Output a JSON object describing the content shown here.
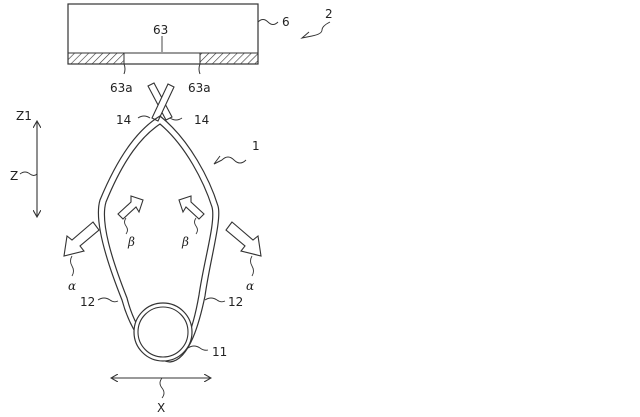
{
  "labels": {
    "fig_ref": "2",
    "plate_ref": "6",
    "plate_center": "63",
    "notch_left": "63a",
    "notch_right": "63a",
    "tip_left": "14",
    "tip_right": "14",
    "loop_ref": "1",
    "side_left": "12",
    "side_right": "12",
    "ring_ref": "11",
    "axis_z1": "Z1",
    "axis_z": "Z",
    "axis_x": "X",
    "alpha_left": "α",
    "alpha_right": "α",
    "beta_left": "β",
    "beta_right": "β"
  }
}
